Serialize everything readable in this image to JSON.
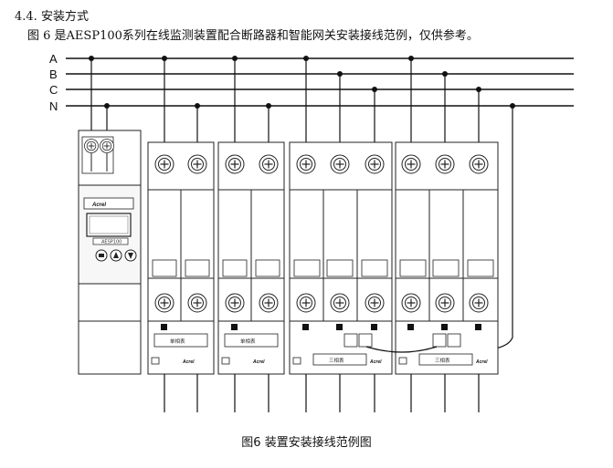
{
  "section": {
    "heading": "4.4. 安装方式"
  },
  "intro": {
    "text": "图 6 是AESP100系列在线监测装置配合断路器和智能网关安装接线范例，仅供参考。"
  },
  "diagram": {
    "bus_labels": [
      "A",
      "B",
      "C",
      "N"
    ],
    "device_model": "AESP100",
    "brand": "Acrel",
    "meter_label": "单相表",
    "gateway_label": "三相表"
  },
  "figure": {
    "caption": "图6 装置安装接线范例图"
  }
}
